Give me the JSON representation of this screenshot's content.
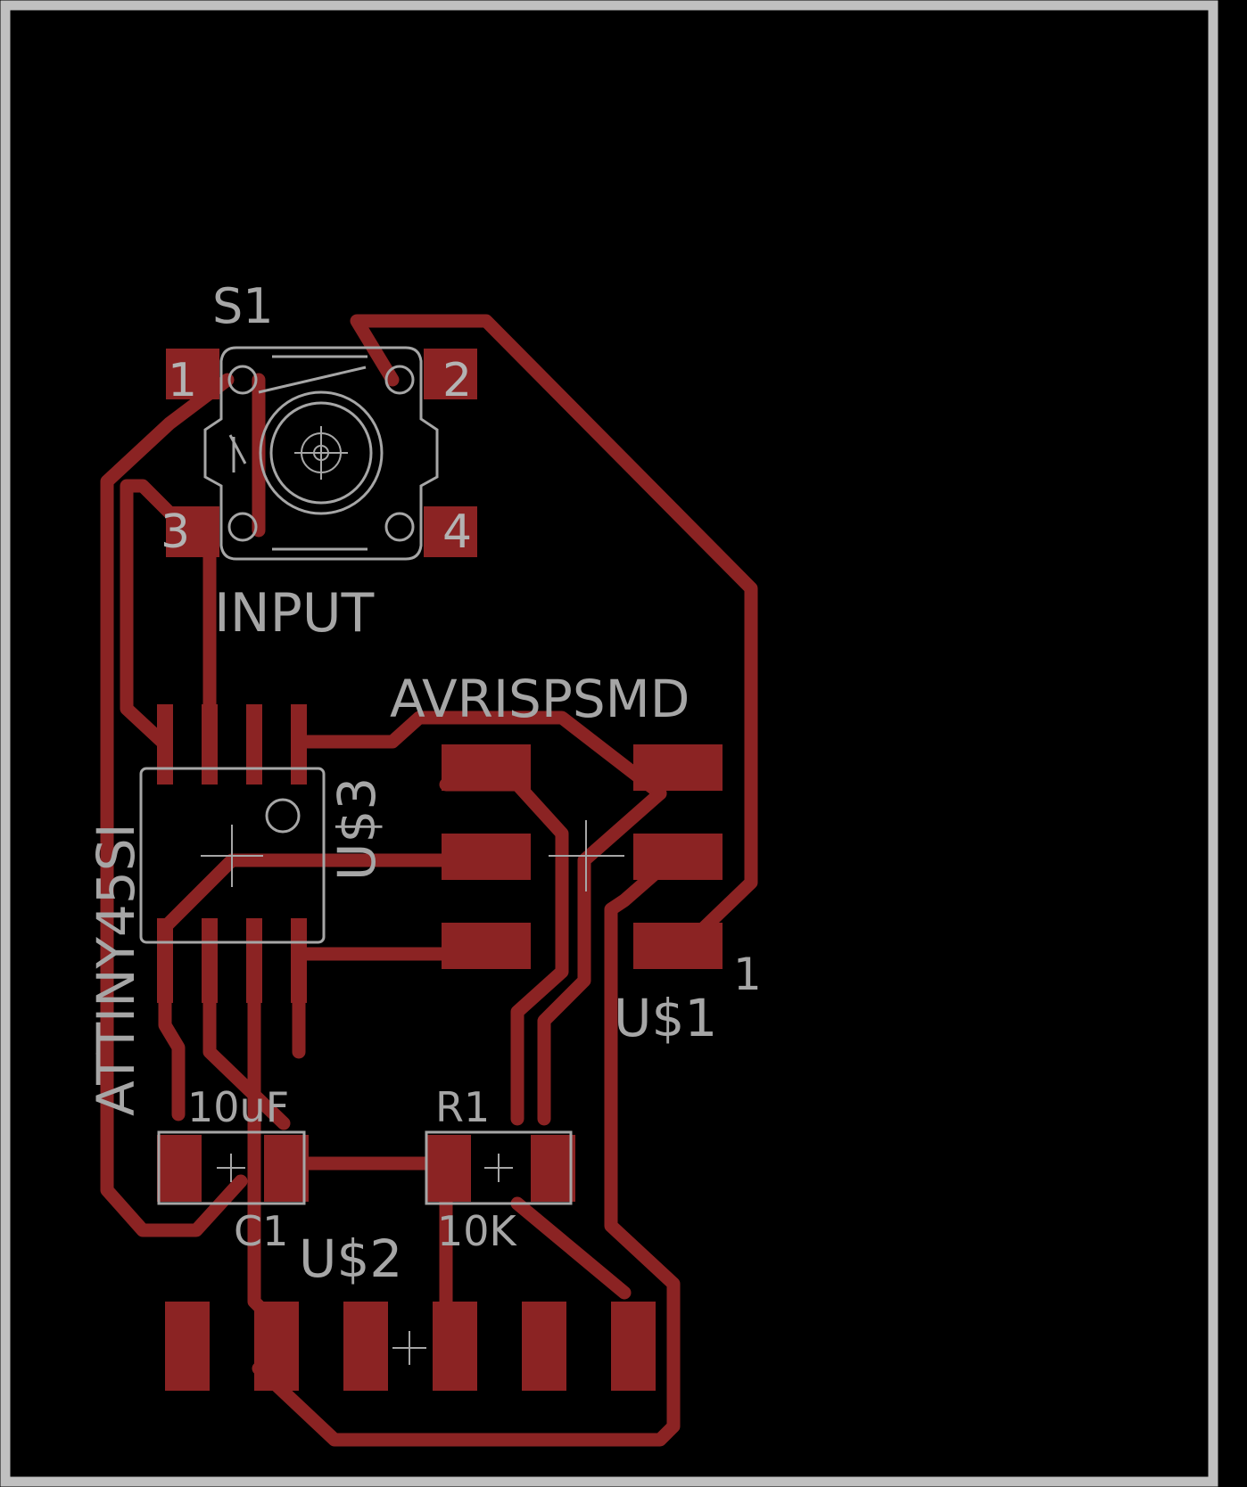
{
  "colors": {
    "background": "#000000",
    "board_outline": "#c0c0c0",
    "copper": "#8b2323",
    "silkscreen": "#a6a6a6"
  },
  "components": {
    "s1": {
      "name": "S1",
      "value": "INPUT",
      "pins": [
        "1",
        "2",
        "3",
        "4"
      ]
    },
    "u3": {
      "name": "U$3",
      "value": "ATTINY45SI"
    },
    "u1": {
      "name": "U$1",
      "value": "AVRISPSMD",
      "pin1": "1"
    },
    "c1": {
      "name": "C1",
      "value": "10uF"
    },
    "r1": {
      "name": "R1",
      "value": "10K"
    },
    "u2": {
      "name": "U$2"
    }
  }
}
